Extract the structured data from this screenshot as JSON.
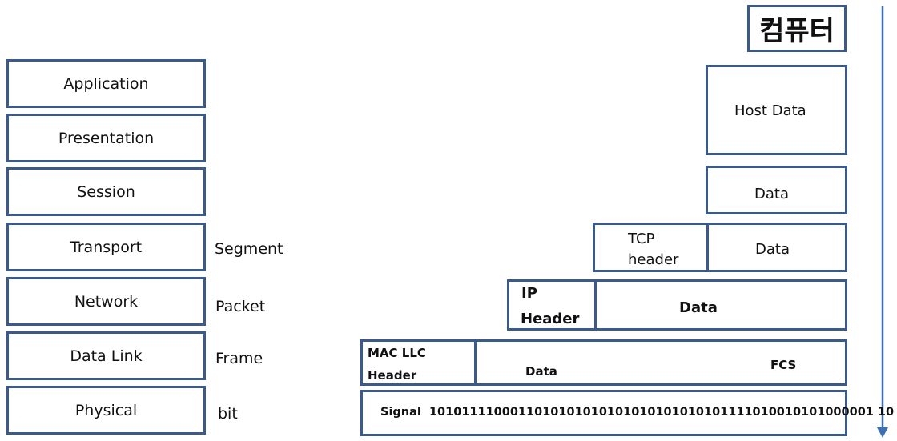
{
  "title": "컴퓨터",
  "layers": [
    "Application",
    "Presentation",
    "Session",
    "Transport",
    "Network",
    "Data Link",
    "Physical"
  ],
  "units": {
    "transport": "Segment",
    "network": "Packet",
    "datalink": "Frame",
    "physical": "bit"
  },
  "encapsulation": {
    "host_data": "Host Data",
    "session_data": "Data",
    "tcp_header_line1": "TCP",
    "tcp_header_line2": "header",
    "transport_data": "Data",
    "ip_header_line1": "IP",
    "ip_header_line2": "Header",
    "network_data": "Data",
    "mac_header_line1": "MAC LLC",
    "mac_header_line2": "Header",
    "frame_data": "Data",
    "fcs": "FCS",
    "signal": "Signal  1010111100011010101010101010101010101111010010101000001 10"
  },
  "colors": {
    "border": "#3b5a8c",
    "arrow": "#3b6fb6"
  }
}
